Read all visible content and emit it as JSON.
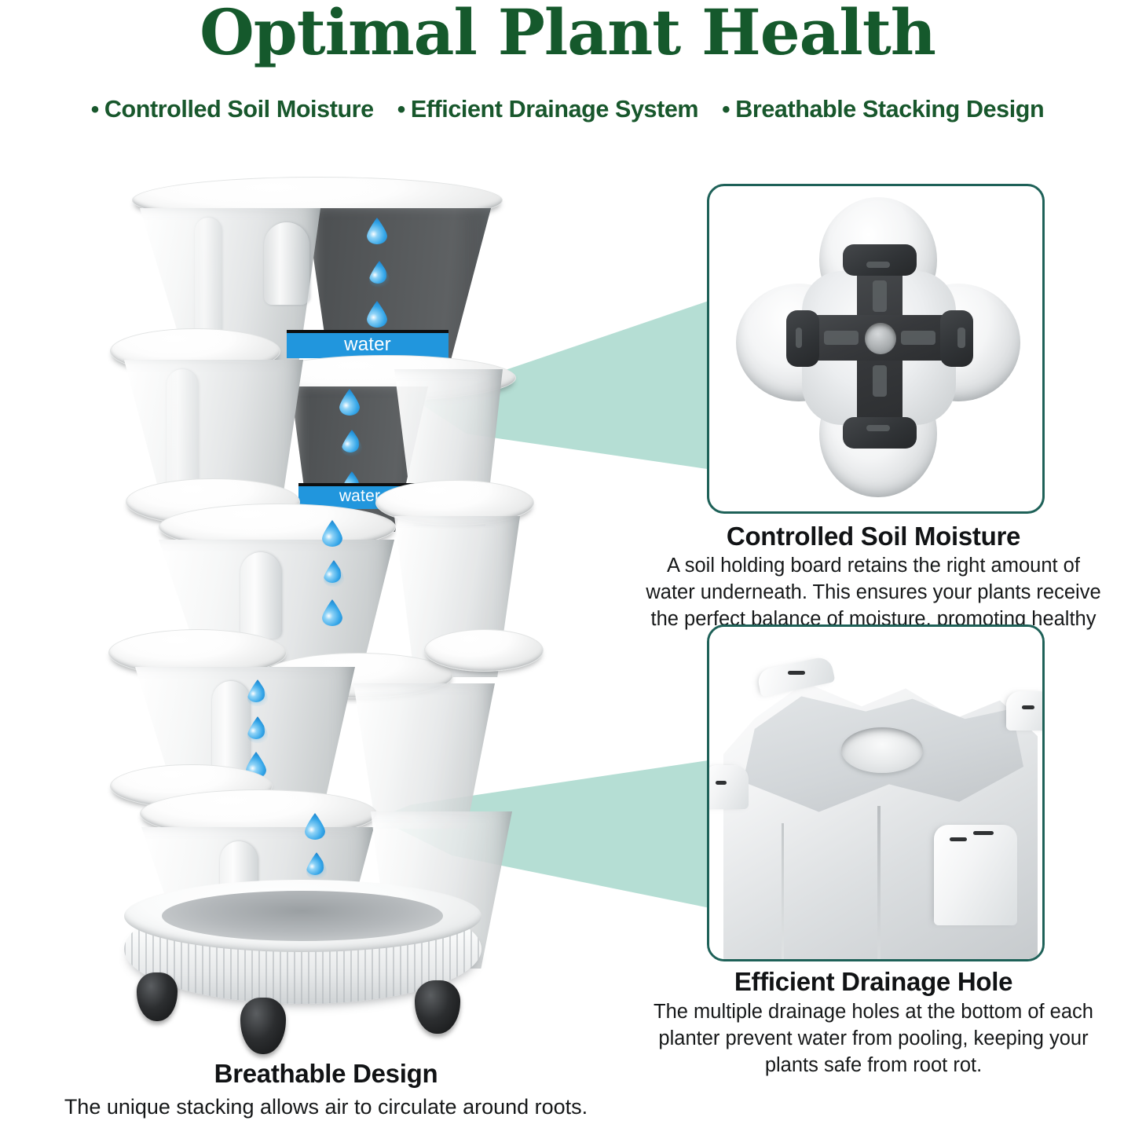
{
  "header": {
    "title": "Optimal Plant Health",
    "bullets": [
      {
        "marker": "•",
        "label": "Controlled Soil Moisture"
      },
      {
        "marker": "•",
        "label": "Efficient Drainage System"
      },
      {
        "marker": "•",
        "label": "Breathable Stacking Design"
      }
    ]
  },
  "product": {
    "water_labels": [
      "water",
      "water"
    ],
    "droplet_icon": "water-drop-icon",
    "caster_count": 3,
    "tier_count": 5
  },
  "features": [
    {
      "id": "controlled-soil-moisture",
      "title": "Controlled Soil Moisture",
      "body": "A soil holding board retains the right amount of water underneath. This ensures your plants receive the perfect balance of moisture, promoting healthy growth.",
      "image_name": "soil-holding-board-photo"
    },
    {
      "id": "efficient-drainage-hole",
      "title": "Efficient Drainage Hole",
      "body": "The multiple drainage holes at the bottom of each planter prevent water from pooling, keeping your plants safe from root rot.",
      "image_name": "drainage-hole-photo"
    }
  ],
  "footer_feature": {
    "title": "Breathable Design",
    "body": "The unique stacking allows air to circulate around roots."
  },
  "colors": {
    "title_green": "#15592c",
    "bullet_green": "#18572c",
    "panel_border": "#1e6158",
    "wedge_teal": "#b5ded4",
    "water_blue": "#2196dd",
    "caption_text": "#161819"
  }
}
